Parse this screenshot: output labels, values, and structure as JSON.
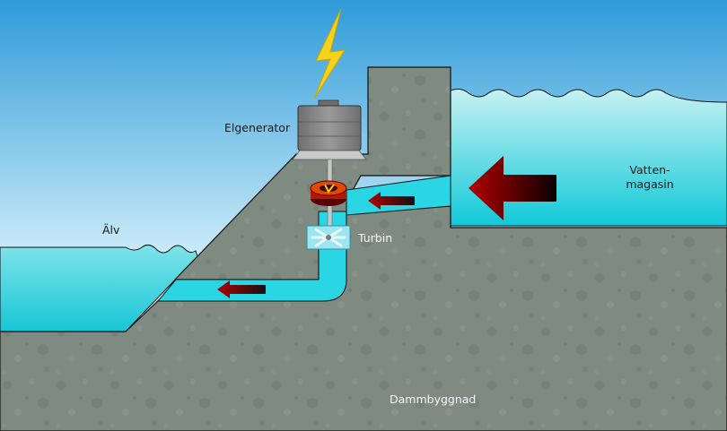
{
  "labels": {
    "generator": "Elgenerator",
    "river": "Älv",
    "turbine": "Turbin",
    "reservoir_line1": "Vatten-",
    "reservoir_line2": "magasin",
    "dam": "Dammbyggnad"
  },
  "colors": {
    "sky_top": "#2f9bd9",
    "sky_bottom": "#cfeef9",
    "water_top": "#b8ecef",
    "water_bottom": "#12c9d8",
    "concrete": "#7f8a80",
    "concrete_speckle": "#6b756c",
    "generator": "#7e7e7e",
    "lightning": "#f7d21a",
    "flow_arrow": "#a30000"
  }
}
